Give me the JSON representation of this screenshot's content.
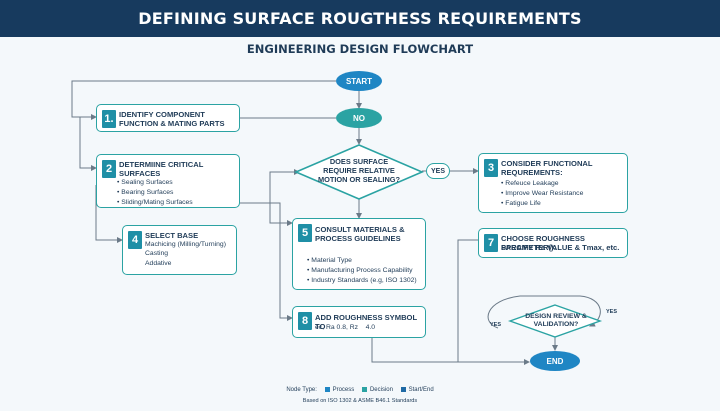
{
  "header": {
    "title": "DEFINING SURFACE ROUGTHESS REQUIREMENTS",
    "subtitle": "ENGINEERING DESIGN FLOWCHART"
  },
  "nodes": {
    "start": "START",
    "no": "NO",
    "end": "END",
    "yes_pill": "YES",
    "step1": {
      "num": "1.",
      "title": "IDENTIFY COMPONENT FUNCTION & MATING PARTS"
    },
    "step2": {
      "num": "2",
      "title": "DETERMIINE CRITICAL SURFACES",
      "items": [
        "Sealing Surfaces",
        "Bearing Surfaces",
        "Sliding/Mating Surfaces"
      ]
    },
    "step3": {
      "num": "3",
      "title": "CONSIDER FUNCTIONAL REQUREMENTS:",
      "items": [
        "Refeuce Leakage",
        "Improve Wear Resistance",
        "Fatigue Life"
      ]
    },
    "step4": {
      "num": "4",
      "title": "SELECT BASE",
      "lines": [
        "Machicing (Milling/Turning)",
        "Casting",
        "Addative"
      ]
    },
    "step5": {
      "num": "5",
      "title": "CONSULT MATERIALS & PROCESS GUIDELINES",
      "items": [
        "Material Type",
        "Manufacturing Process Capability",
        "Industry Standards (e.g, ISO 1302)"
      ]
    },
    "step7": {
      "num": "7",
      "title": "CHOOSE ROUGHNESS PARAMETER():",
      "line": "SPECIFY Ra VALUE & Tmax, etc."
    },
    "step8": {
      "num": "8",
      "title": "ADD ROUGHNESS SYMBOL TO",
      "line": "ec, Ra 0.8, Rz    4.0"
    },
    "decision1": "DOES SURFACE REQUIRE RELATIVE MOTION OR SEALING?",
    "decision2": "DESIGN REVIEW & VALIDATION?",
    "yes_left": "YES",
    "yes_right": "YES"
  },
  "legend": {
    "label": "Node Type:",
    "items": [
      {
        "label": "Process",
        "color": "#1f86c4"
      },
      {
        "label": "Decision",
        "color": "#2ba3a3"
      },
      {
        "label": "Start/End",
        "color": "#1f6aa5"
      }
    ],
    "footnote": "Based on ISO 1302 & ASME B46.1 Standards"
  },
  "colors": {
    "banner": "#173a5e",
    "accent": "#2ba3a3",
    "terminal": "#1f86c4",
    "text": "#1f3b57"
  }
}
